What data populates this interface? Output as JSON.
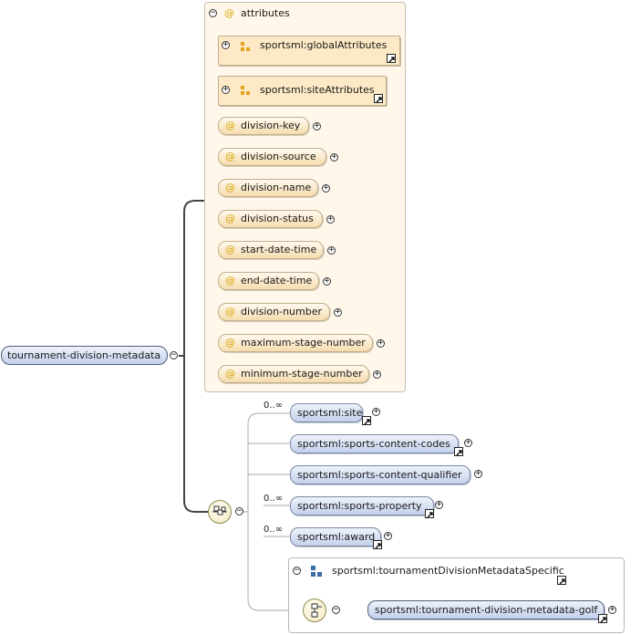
{
  "root": {
    "label": "tournament-division-metadata"
  },
  "attributes": {
    "header": "attributes",
    "at_symbol": "@",
    "groups": [
      {
        "label": "sportsml:globalAttributes"
      },
      {
        "label": "sportsml:siteAttributes"
      }
    ],
    "items": [
      {
        "label": "division-key"
      },
      {
        "label": "division-source"
      },
      {
        "label": "division-name"
      },
      {
        "label": "division-status"
      },
      {
        "label": "start-date-time"
      },
      {
        "label": "end-date-time"
      },
      {
        "label": "division-number"
      },
      {
        "label": "maximum-stage-number"
      },
      {
        "label": "minimum-stage-number"
      }
    ]
  },
  "sequence": {
    "elements": [
      {
        "label": "sportsml:site",
        "cardinality": "0..∞"
      },
      {
        "label": "sportsml:sports-content-codes",
        "cardinality": ""
      },
      {
        "label": "sportsml:sports-content-qualifier",
        "cardinality": ""
      },
      {
        "label": "sportsml:sports-property",
        "cardinality": "0..∞"
      },
      {
        "label": "sportsml:award",
        "cardinality": "0..∞"
      }
    ],
    "complex_type": {
      "label": "sportsml:tournamentDivisionMetadataSpecific",
      "element": {
        "label": "sportsml:tournament-division-metadata-golf"
      }
    }
  },
  "symbols": {
    "expand": "+",
    "collapse": "−"
  },
  "colors": {
    "attribute_panel": "#fff8ea",
    "attribute_pill": "#f6dcae",
    "element_pill": "#c4d1ec",
    "connector": "#aaaaaa"
  }
}
